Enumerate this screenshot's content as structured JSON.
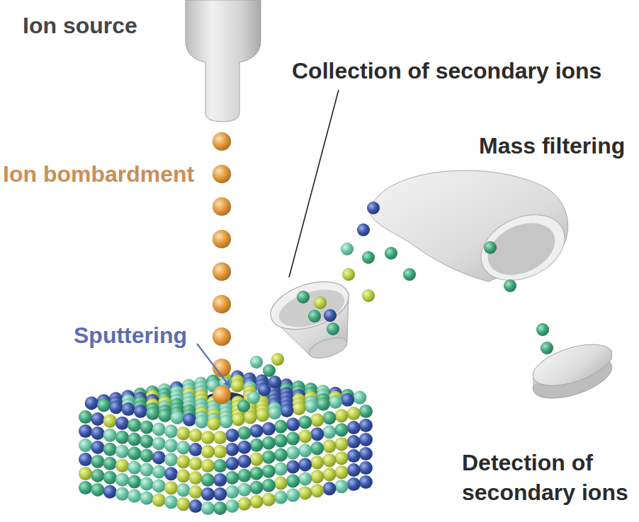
{
  "diagram": {
    "labels": [
      "Ion source",
      "Collection of secondary ions",
      "Mass filtering",
      "Ion bombardment",
      "Sputtering",
      "Detection of secondary ions"
    ]
  }
}
